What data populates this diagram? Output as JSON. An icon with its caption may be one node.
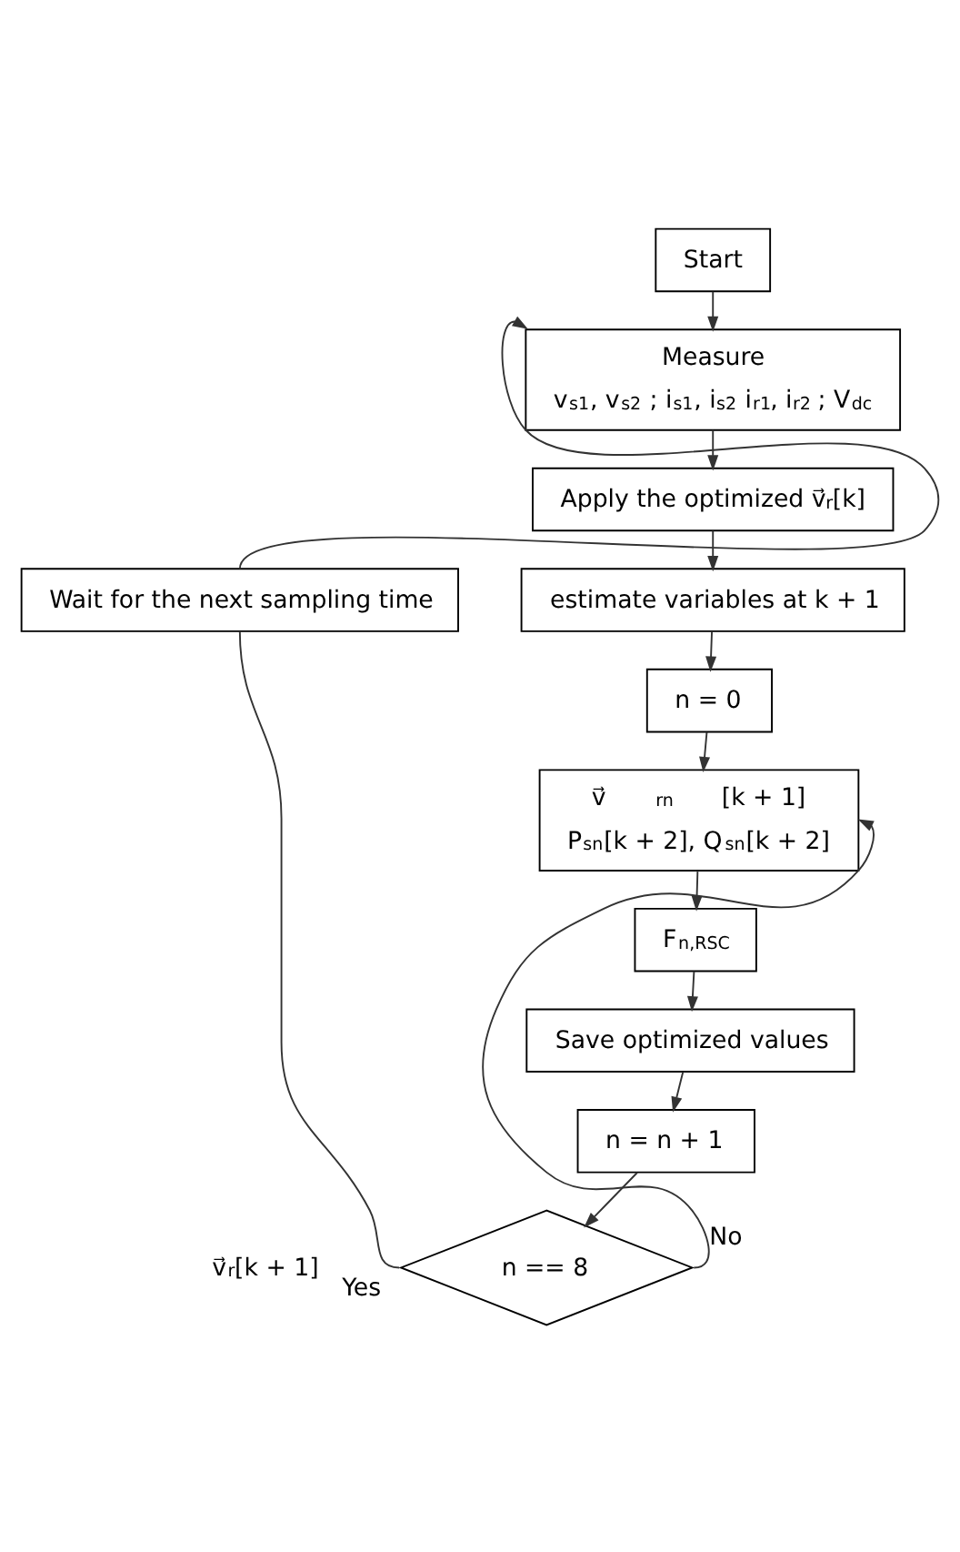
{
  "diagram": {
    "nodes": [
      {
        "text": [
          "Start"
        ]
      },
      {
        "text": [
          "Measure",
          "v$_{s1}$, v$_{s2}$ ; i$_{s1}$, i$_{s2}$ i$_{r1}$, i$_{r2}$ ; V$_{dc}$"
        ]
      },
      {
        "text": [
          "Apply the optimized v⃗$_{r}$[k]"
        ]
      },
      {
        "text": [
          "estimate variables at k + 1"
        ]
      },
      {
        "text": [
          "n = 0"
        ]
      },
      {
        "text": [
          "v⃗$_{rn}$[k + 1]",
          "P$_{sn}$[k + 2], Q$_{sn}$[k + 2]"
        ]
      },
      {
        "text": [
          "F$_{n,RSC}$"
        ]
      },
      {
        "text": [
          "Save optimized values"
        ]
      },
      {
        "text": [
          "n = n + 1"
        ]
      },
      {
        "text": [
          "n == 8"
        ]
      },
      {
        "text": [
          "Wait for the next sampling time"
        ]
      }
    ],
    "edges": [
      {
        "from": 0,
        "to": 1,
        "arrow": "to"
      },
      {
        "from": 1,
        "to": 2,
        "arrow": "to"
      },
      {
        "from": 2,
        "to": 3,
        "arrow": "to"
      },
      {
        "from": 3,
        "to": 4,
        "arrow": "to"
      },
      {
        "from": 4,
        "to": 5,
        "arrow": "to"
      },
      {
        "from": 5,
        "to": 6,
        "arrow": "to"
      },
      {
        "from": 6,
        "to": 7,
        "arrow": "to"
      },
      {
        "from": 7,
        "to": 8,
        "arrow": "to"
      },
      {
        "from": 8,
        "to": 9,
        "arrow": "to"
      },
      {
        "from": 9,
        "to": 10,
        "arrow": "none",
        "label": "Yes"
      },
      {
        "from": 10,
        "to": 1,
        "arrow": "to"
      },
      {
        "from": 9,
        "to": 5,
        "arrow": "to",
        "label": "No"
      }
    ],
    "labels": [
      "v⃗$_{r}$[k + 1]"
    ]
  }
}
